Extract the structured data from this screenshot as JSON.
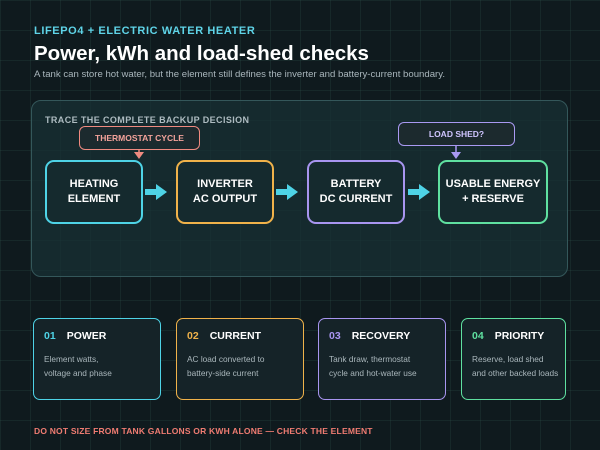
{
  "header": {
    "kicker": "LIFEPO4 + ELECTRIC WATER HEATER",
    "title": "Power, kWh and load-shed checks",
    "subtitle": "A tank can store hot water, but the element still defines the inverter and battery-current boundary."
  },
  "diagram": {
    "panel_label": "TRACE THE COMPLETE BACKUP DECISION",
    "tags": {
      "thermostat": "THERMOSTAT CYCLE",
      "load_shed": "LOAD SHED?"
    },
    "nodes": [
      {
        "label": "HEATING\nELEMENT",
        "color": "#4ed3e6"
      },
      {
        "label": "INVERTER\nAC OUTPUT",
        "color": "#f0b24a"
      },
      {
        "label": "BATTERY\nDC CURRENT",
        "color": "#a895f0"
      },
      {
        "label": "USABLE ENERGY\n+ RESERVE",
        "color": "#5fe0a0"
      }
    ],
    "arrow_color": "#4ed3e6"
  },
  "cards": [
    {
      "num": "01",
      "label": "POWER",
      "desc": "Element watts,\nvoltage and phase",
      "color": "#4ed3e6"
    },
    {
      "num": "02",
      "label": "CURRENT",
      "desc": "AC load converted to\nbattery-side current",
      "color": "#f0b24a"
    },
    {
      "num": "03",
      "label": "RECOVERY",
      "desc": "Tank draw, thermostat\ncycle and hot-water use",
      "color": "#a895f0"
    },
    {
      "num": "04",
      "label": "PRIORITY",
      "desc": "Reserve, load shed\nand other backed loads",
      "color": "#5fe0a0"
    }
  ],
  "footer": {
    "warning": "DO NOT SIZE FROM TANK GALLONS OR KWH ALONE — CHECK THE ELEMENT",
    "color": "#f07c72"
  }
}
